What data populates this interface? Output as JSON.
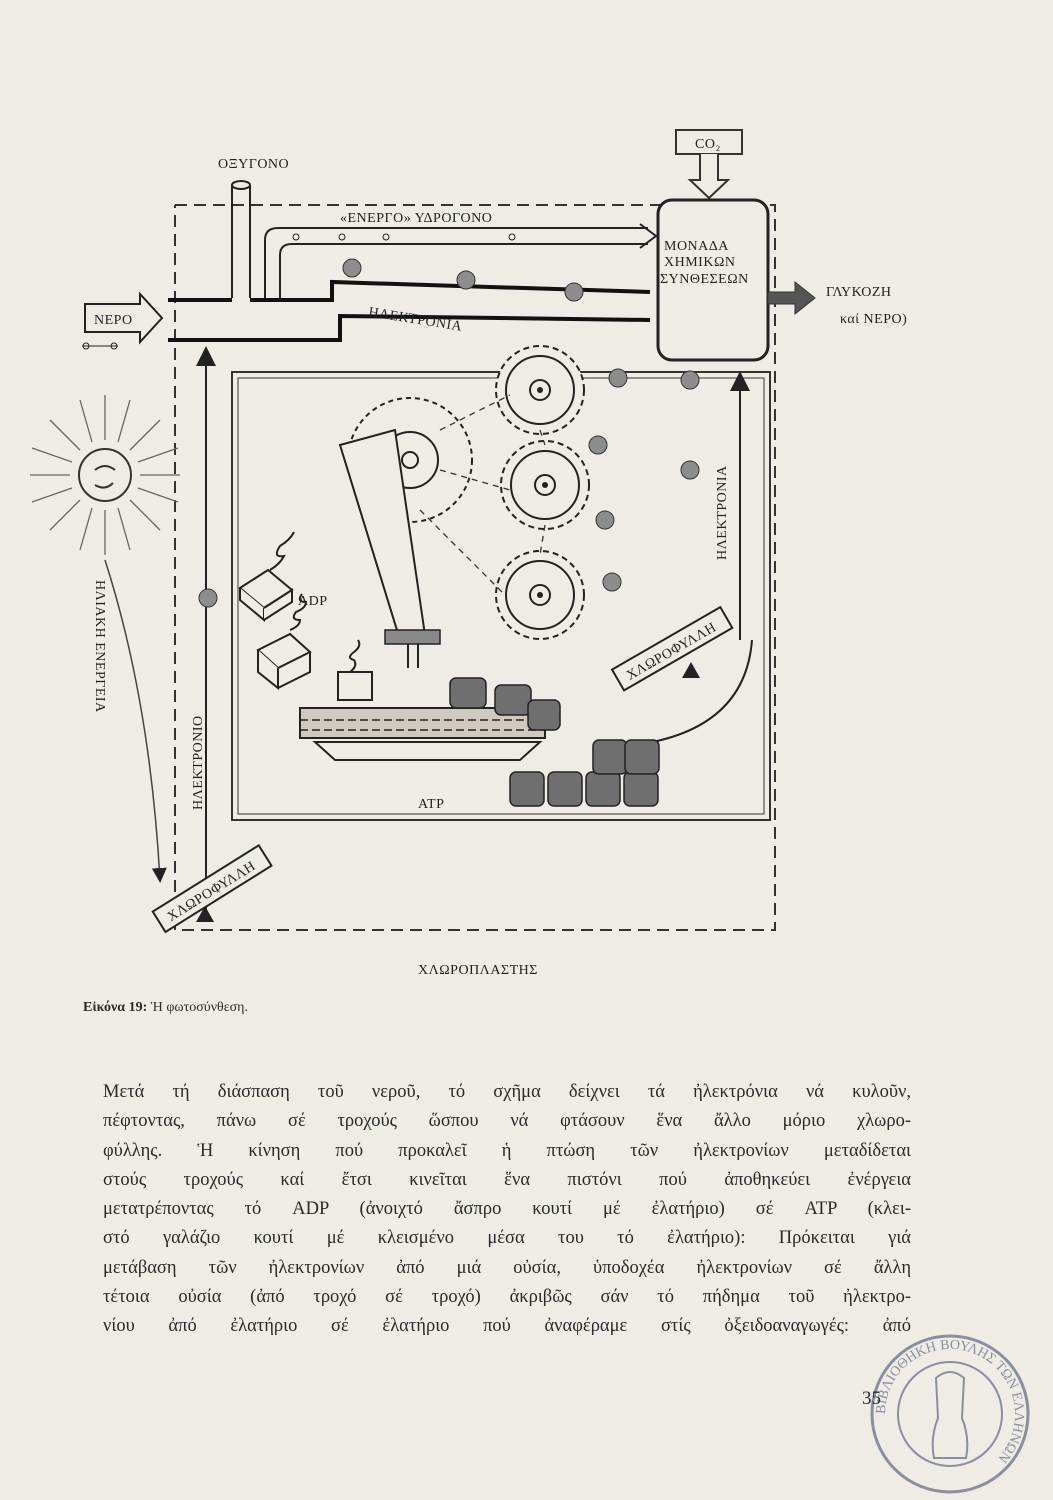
{
  "diagram": {
    "labels": {
      "oxygen": "ΟΞΥΓΟΝΟ",
      "co2": "CO₂",
      "active_hydrogen": "«ΕΝΕΡΓΟ» ΥΔΡΟΓΟΝΟ",
      "unit_line1": "ΜΟΝΑΔΑ",
      "unit_line2": "ΧΗΜΙΚΩΝ",
      "unit_line3": "ΣΥΝΘΕΣΕΩΝ",
      "glucose": "ΓΛΥΚΟΖΗ",
      "and_water": "καί ΝΕΡΟ)",
      "water": "ΝΕΡΟ",
      "electrons_top": "ΗΛΕΚΤΡΟΝΙΑ",
      "electrons_right": "ΗΛΕΚΤΡΟΝΙΑ",
      "electron_left": "ΗΛΕΚΤΡΟΝΙΟ",
      "solar_energy": "ΗΛΙΑΚΗ ΕΝΕΡΓΕΙΑ",
      "adp": "ADP",
      "atp": "ATP",
      "chlorophyll_right": "ΧΛΩΡΟΦΥΛΛΗ",
      "chlorophyll_left": "ΧΛΩΡΟΦΥΛΛΗ",
      "chloroplast": "ΧΛΩΡΟΠΛΑΣΤΗΣ"
    }
  },
  "caption": {
    "prefix": "Εἰκόνα 19:",
    "text": "Ἡ φωτοσύνθεση."
  },
  "body": {
    "lines": [
      "Μετά τή διάσπαση τοῦ νεροῦ, τό σχῆμα δείχνει τά ἠλεκτρόνια νά κυλοῦν,",
      "πέφτοντας, πάνω σέ τροχούς ὥσπου νά φτάσουν ἕνα ἄλλο μόριο χλωρο-",
      "φύλλης. Ἡ κίνηση πού προκαλεῖ ἡ πτώση τῶν ἠλεκτρονίων μεταδίδεται",
      "στούς τροχούς καί ἔτσι κινεῖται ἕνα πιστόνι πού ἀποθηκεύει ἐνέργεια",
      "μετατρέποντας τό ADP (ἀνοιχτό ἄσπρο κουτί μέ ἐλατήριο) σέ ATP (κλει-",
      "στό γαλάζιο κουτί μέ κλεισμένο μέσα του τό ἐλατήριο): Πρόκειται γιά",
      "μετάβαση τῶν ἠλεκτρονίων ἀπό μιά οὐσία, ὑποδοχέα ἠλεκτρονίων σέ ἄλλη",
      "τέτοια οὐσία (ἀπό τροχό σέ τροχό) ἀκριβῶς σάν τό πήδημα τοῦ ἠλεκτρο-",
      "νίου ἀπό ἐλατήριο σέ ἐλατήριο πού ἀναφέραμε στίς ὀξειδοαναγωγές: ἀπό"
    ]
  },
  "page_number": "35",
  "stamp": {
    "text": "ΒΙΒΛΙΟΘΗΚΗ ΒΟΥΛΗΣ ΤΩΝ ΕΛΛΗΝΩΝ"
  },
  "colors": {
    "paper": "#efece6",
    "ink": "#2a2a2a",
    "grey_block": "#6f6f6f",
    "stamp": "#8a8fa0"
  }
}
